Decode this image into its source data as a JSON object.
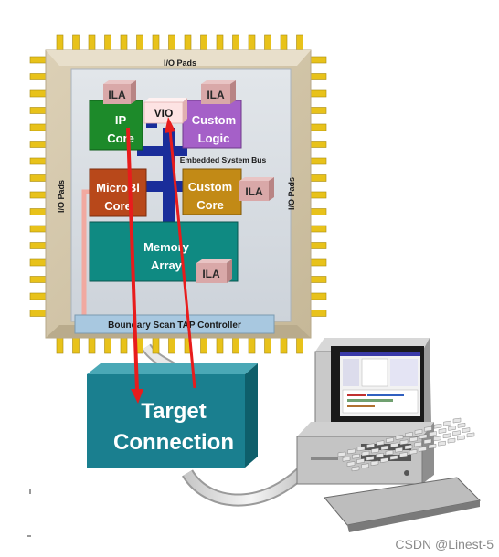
{
  "chip": {
    "io_pads_top": "I/O Pads",
    "io_pads_left": "I/O Pads",
    "io_pads_right": "I/O Pads",
    "bus_label": "Embedded System Bus",
    "tap_controller": "Boundary Scan TAP Controller"
  },
  "blocks": {
    "ip_core": {
      "line1": "IP",
      "line2": "Core"
    },
    "vio": "VIO",
    "custom_logic": {
      "line1": "Custom",
      "line2": "Logic"
    },
    "microblaze": {
      "line1": "MicroBl",
      "line2": "Core"
    },
    "custom_core": {
      "line1": "Custom",
      "line2": "Core"
    },
    "memory_array": {
      "line1": "Memory",
      "line2": "Array"
    }
  },
  "ila": [
    "ILA",
    "ILA",
    "ILA",
    "ILA"
  ],
  "target": {
    "line1": "Target",
    "line2": "Connection"
  },
  "watermark": "CSDN @Linest-5",
  "colors": {
    "chip_body": "#cfc2a8",
    "pin": "#e8c21a",
    "ip_core": "#1d8a2a",
    "custom_logic": "#a560c8",
    "microblaze": "#b8481a",
    "custom_core": "#c28a16",
    "memory": "#0f8a82",
    "bus": "#1a2d9a",
    "ila": "#d9a8a8",
    "vio": "#fde3e3",
    "target": "#1a7f8f",
    "arrow": "#e81c1c",
    "tap": "#a8c8e0"
  }
}
